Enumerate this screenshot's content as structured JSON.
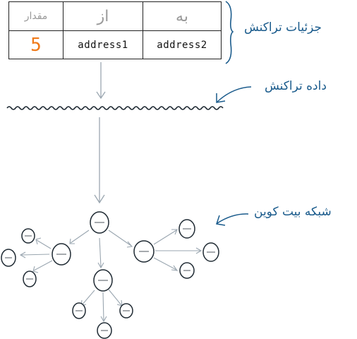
{
  "table": {
    "headers": {
      "amount": "مقدار",
      "from": "از",
      "to": "به"
    },
    "row": {
      "amount": "5",
      "from": "address1",
      "to": "address2"
    }
  },
  "labels": {
    "details": "جزئیات تراکنش",
    "data": "داده تراکنش",
    "network": "شبکه بیت کوین"
  },
  "colors": {
    "label": "#1a5b8c",
    "amount": "#f07a1a",
    "arrow": "#9aa6b0",
    "node_stroke": "#1f2a33"
  }
}
